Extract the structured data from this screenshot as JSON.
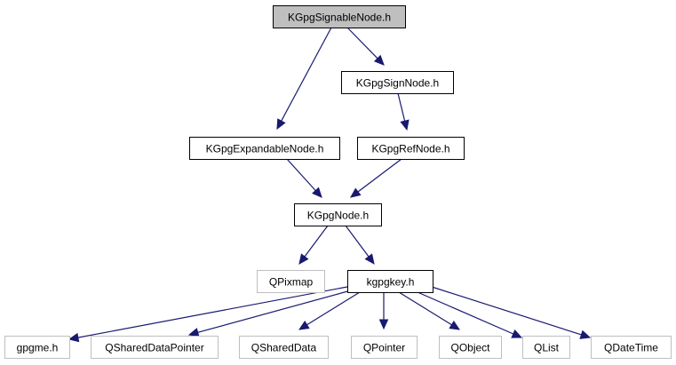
{
  "diagram": {
    "type": "include-dependency-graph",
    "root": "KGpgSignableNode.h",
    "colors": {
      "edge": "#191970",
      "root_fill": "#bfbfbf",
      "normal_border": "#000000",
      "external_border": "#bfbfbf"
    },
    "nodes": [
      {
        "id": "signable",
        "label": "KGpgSignableNode.h",
        "kind": "root"
      },
      {
        "id": "sign",
        "label": "KGpgSignNode.h",
        "kind": "normal"
      },
      {
        "id": "expandable",
        "label": "KGpgExpandableNode.h",
        "kind": "normal"
      },
      {
        "id": "ref",
        "label": "KGpgRefNode.h",
        "kind": "normal"
      },
      {
        "id": "node",
        "label": "KGpgNode.h",
        "kind": "normal"
      },
      {
        "id": "qpixmap",
        "label": "QPixmap",
        "kind": "external"
      },
      {
        "id": "kgpgkey",
        "label": "kgpgkey.h",
        "kind": "normal"
      },
      {
        "id": "gpgme",
        "label": "gpgme.h",
        "kind": "external"
      },
      {
        "id": "qshareddatapointer",
        "label": "QSharedDataPointer",
        "kind": "external"
      },
      {
        "id": "qshareddata",
        "label": "QSharedData",
        "kind": "external"
      },
      {
        "id": "qpointer",
        "label": "QPointer",
        "kind": "external"
      },
      {
        "id": "qobject",
        "label": "QObject",
        "kind": "external"
      },
      {
        "id": "qlist",
        "label": "QList",
        "kind": "external"
      },
      {
        "id": "qdatetime",
        "label": "QDateTime",
        "kind": "external"
      }
    ],
    "edges": [
      {
        "from": "signable",
        "to": "expandable"
      },
      {
        "from": "signable",
        "to": "sign"
      },
      {
        "from": "sign",
        "to": "ref"
      },
      {
        "from": "expandable",
        "to": "node"
      },
      {
        "from": "ref",
        "to": "node"
      },
      {
        "from": "node",
        "to": "qpixmap"
      },
      {
        "from": "node",
        "to": "kgpgkey"
      },
      {
        "from": "kgpgkey",
        "to": "gpgme"
      },
      {
        "from": "kgpgkey",
        "to": "qshareddatapointer"
      },
      {
        "from": "kgpgkey",
        "to": "qshareddata"
      },
      {
        "from": "kgpgkey",
        "to": "qpointer"
      },
      {
        "from": "kgpgkey",
        "to": "qobject"
      },
      {
        "from": "kgpgkey",
        "to": "qlist"
      },
      {
        "from": "kgpgkey",
        "to": "qdatetime"
      }
    ]
  }
}
